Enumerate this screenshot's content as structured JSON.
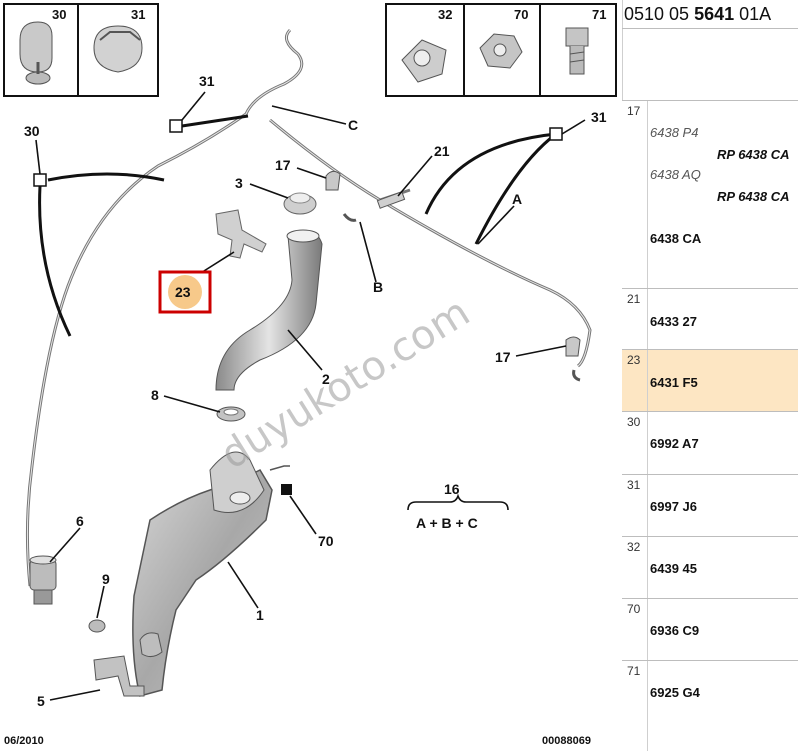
{
  "header": {
    "ref_part1": "0510 05 ",
    "ref_bold": "5641",
    "ref_part2": " 01A"
  },
  "diagram": {
    "box_labels": [
      "30",
      "31",
      "32",
      "70",
      "71"
    ],
    "callouts": {
      "c1": "1",
      "c2": "2",
      "c3": "3",
      "c5": "5",
      "c6": "6",
      "c8": "8",
      "c9": "9",
      "c16": "16",
      "c17a": "17",
      "c17b": "17",
      "c21": "21",
      "c23": "23",
      "c30": "30",
      "c31a": "31",
      "c31b": "31",
      "c70": "70",
      "cA": "A",
      "cB": "B",
      "cC": "C"
    },
    "formula": "A + B + C",
    "watermark": "duyukoto.com",
    "footer_date": "06/2010",
    "footer_code": "00088069",
    "highlight_color": "#cc0000",
    "highlight_fill": "#f7c98a"
  },
  "parts": [
    {
      "idx": "17",
      "alt1": "6438 P4",
      "rp1": "RP 6438 CA",
      "alt2": "6438 AQ",
      "rp2": "RP 6438 CA",
      "ref": "6438 CA"
    },
    {
      "idx": "21",
      "ref": "6433 27"
    },
    {
      "idx": "23",
      "ref": "6431 F5",
      "selected": true
    },
    {
      "idx": "30",
      "ref": "6992 A7"
    },
    {
      "idx": "31",
      "ref": "6997 J6"
    },
    {
      "idx": "32",
      "ref": "6439 45"
    },
    {
      "idx": "70",
      "ref": "6936 C9"
    },
    {
      "idx": "71",
      "ref": "6925 G4"
    }
  ],
  "colors": {
    "selected_row": "#fde6c3",
    "line": "#111111"
  }
}
